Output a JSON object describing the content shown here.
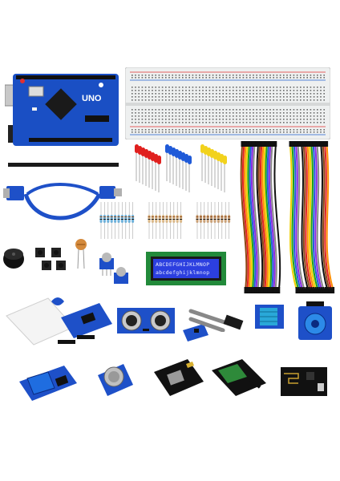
{
  "board": {
    "logo_text": "UNO"
  },
  "lcd": {
    "line1": "ABCDEFGHIJKLMNOP",
    "line2": "abcdefghijklmnop"
  },
  "colors": {
    "pcb_blue": "#1a4fc4",
    "breadboard": "#eef0f0",
    "lcd_screen": "#2c3fe0",
    "jumper_colors": [
      "#8b4513",
      "#e02020",
      "#ff8c00",
      "#f0d000",
      "#18a018",
      "#1e5adc",
      "#8a2be2",
      "#888888",
      "#ffffff",
      "#111111"
    ]
  },
  "components": [
    {
      "name": "arduino-uno-board",
      "icon": "uno-board-icon"
    },
    {
      "name": "breadboard",
      "icon": "breadboard-icon"
    },
    {
      "name": "led-set",
      "icon": "led-icon"
    },
    {
      "name": "jumper-wires",
      "icon": "jumper-wire-icon"
    },
    {
      "name": "usb-cable",
      "icon": "usb-cable-icon"
    },
    {
      "name": "resistors",
      "icon": "resistor-icon"
    },
    {
      "name": "buzzer",
      "icon": "buzzer-icon"
    },
    {
      "name": "push-buttons",
      "icon": "button-icon"
    },
    {
      "name": "ldr",
      "icon": "ldr-icon"
    },
    {
      "name": "potentiometers",
      "icon": "potentiometer-icon"
    },
    {
      "name": "lcd-display",
      "icon": "lcd-icon"
    },
    {
      "name": "rfid-kit",
      "icon": "rfid-icon"
    },
    {
      "name": "ultrasonic-sensor",
      "icon": "ultrasonic-icon"
    },
    {
      "name": "soil-moisture-sensor",
      "icon": "soil-sensor-icon"
    },
    {
      "name": "dht11-sensor",
      "icon": "dht-icon"
    },
    {
      "name": "touch-sensor",
      "icon": "touch-icon"
    },
    {
      "name": "relay-module",
      "icon": "relay-icon"
    },
    {
      "name": "gas-sensor",
      "icon": "gas-sensor-icon"
    },
    {
      "name": "esp8266-module",
      "icon": "wifi-module-icon"
    },
    {
      "name": "bluetooth-module",
      "icon": "bluetooth-module-icon"
    },
    {
      "name": "nrf24-module",
      "icon": "rf-module-icon"
    }
  ]
}
